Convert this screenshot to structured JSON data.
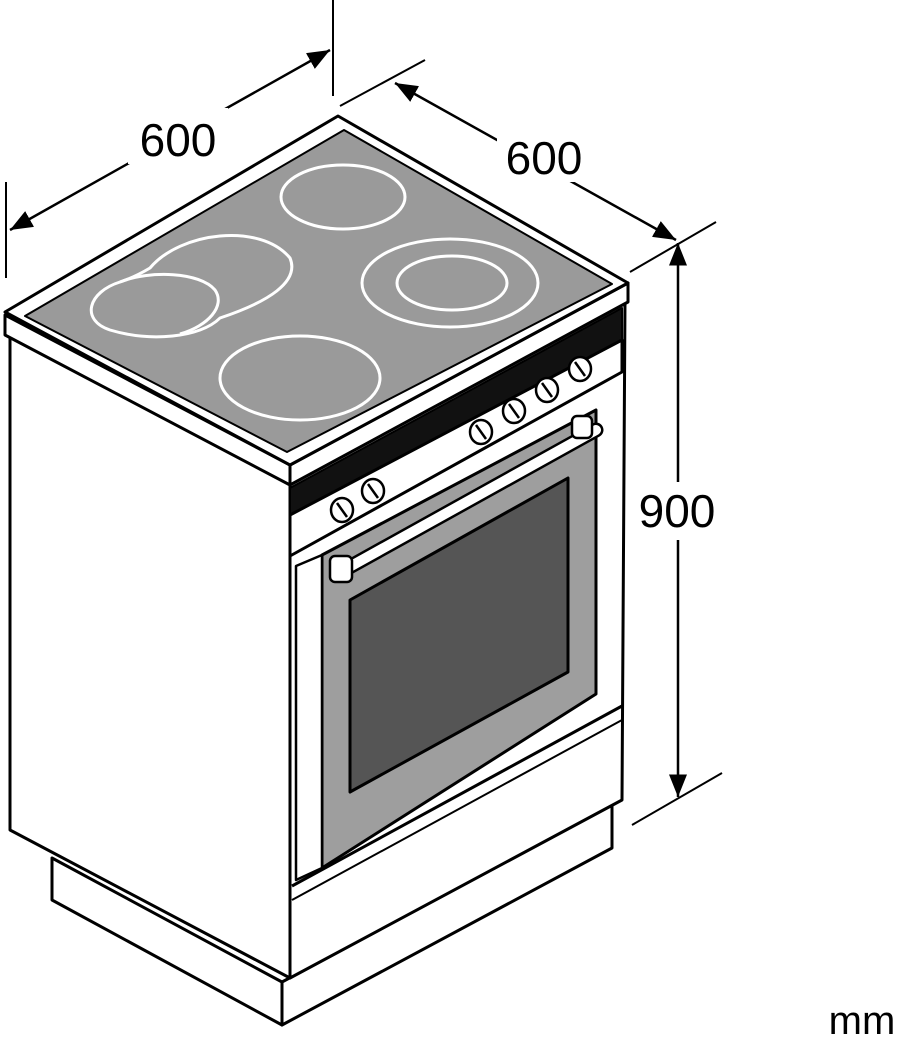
{
  "dimensions": {
    "width": {
      "value": "600"
    },
    "depth": {
      "value": "600"
    },
    "height": {
      "value": "900"
    }
  },
  "unit": "mm",
  "colors": {
    "outline": "#000000",
    "body": "#ffffff",
    "hob_glass": "#9a9a9a",
    "hob_rim": "#ffffff",
    "zone_ring": "#ffffff",
    "oven_window": "#555555",
    "door_frame": "#9e9e9e",
    "control_strip": "#111111"
  },
  "icons": [
    "cooker-illustration",
    "dimension-arrow"
  ]
}
